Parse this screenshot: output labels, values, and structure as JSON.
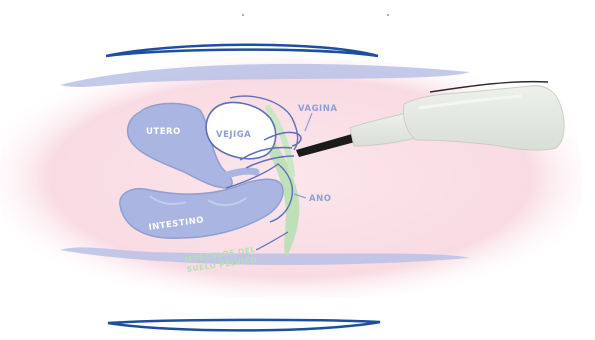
{
  "diagram": {
    "labels": {
      "uterus": "UTERO",
      "bladder": "VEJIGA",
      "vagina": "VAGINA",
      "anus": "ANO",
      "intestine": "INTESTINO",
      "pelvic_muscles_line1": "MÚSCULOS DEL",
      "pelvic_muscles_line2": "SUELO PÉLVICO"
    },
    "colors": {
      "pelvis_background": "#f9dce3",
      "organ_fill": "#aab5e1",
      "organ_outline": "#5d6fb6",
      "muscle": "#b7e0b3",
      "probe_body": "#e4e9e2",
      "probe_tip": "#1b1b1b",
      "clamp": "#1e4f9e"
    }
  }
}
